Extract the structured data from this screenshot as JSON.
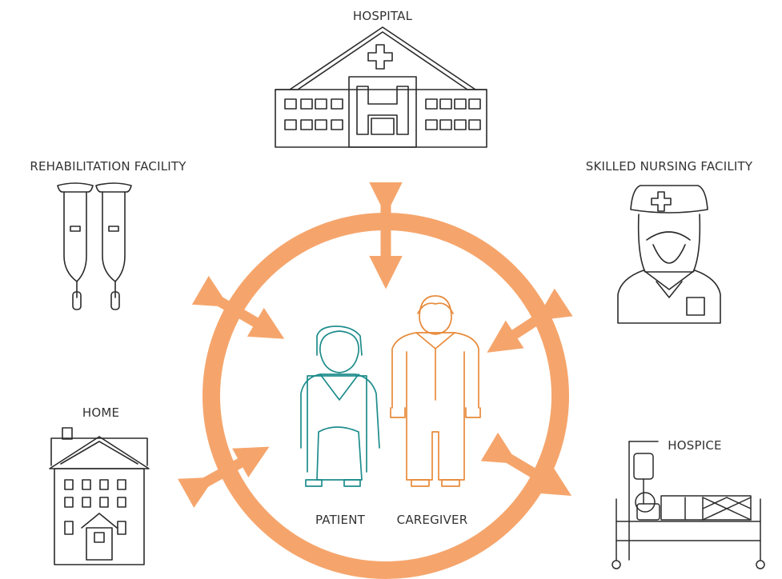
{
  "nodes": {
    "hospital": "HOSPITAL",
    "rehab": "REHABILITATION FACILITY",
    "snf": "SKILLED NURSING FACILITY",
    "home": "HOME",
    "hospice": "HOSPICE"
  },
  "center": {
    "patient": "PATIENT",
    "caregiver": "CAREGIVER"
  },
  "colors": {
    "ring": "#F5A56C",
    "patient": "#1E8C8C",
    "caregiver": "#E88A3A",
    "outline": "#2B2B2B"
  }
}
